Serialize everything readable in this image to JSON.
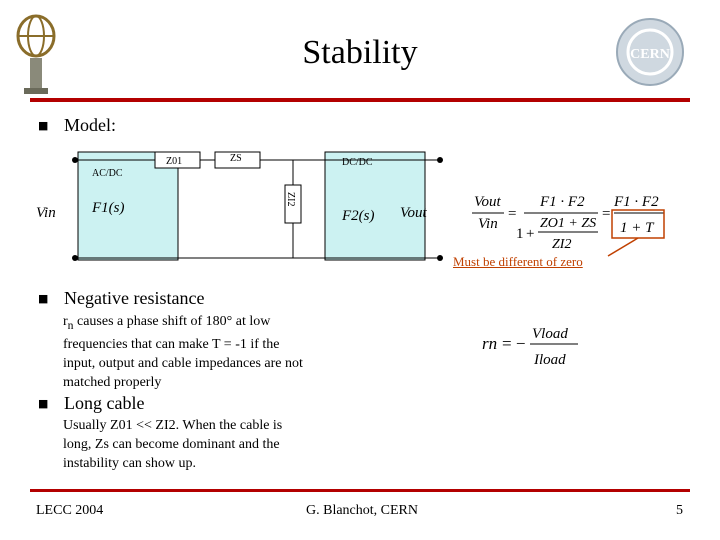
{
  "slide": {
    "title": "Stability",
    "bullets": {
      "model": "Model:",
      "negative_resistance": "Negative resistance",
      "long_cable": "Long cable"
    },
    "negative_text_lines": [
      "r",
      "n",
      " causes a phase shift of 180° at low",
      "frequencies that can make T = -1 if the",
      "input, output and cable impedances are not",
      "matched properly"
    ],
    "long_cable_lines": [
      "Usually Z01 << ZI2. When the cable is",
      "long, Zs can become dominant and the",
      "instability can show up."
    ],
    "annotation": "Must be different of zero",
    "footer": {
      "left": "LECC 2004",
      "center": "G. Blanchot, CERN",
      "page": "5"
    }
  },
  "diagram": {
    "ac_dc": "AC/DC",
    "dc_dc": "DC/DC",
    "z01": "Z01",
    "zs": "ZS",
    "zi2": "ZI2",
    "vin": "Vin",
    "vout": "Vout",
    "f1": "F1(s)",
    "f2": "F2(s)"
  },
  "formulas": {
    "vout": "Vout",
    "vin": "Vin",
    "f1f2": "F1 · F2",
    "one": "1",
    "plus": "+",
    "zo_zs": "ZO1 + ZS",
    "zi2": "ZI2",
    "rhs_num": "F1 · F2",
    "rhs_den": "1 + T",
    "rn": "rn",
    "equals_minus": "= −",
    "vload": "Vload",
    "iload": "Iload"
  },
  "colors": {
    "accent": "#b30000",
    "box_fill": "#ccf2f2",
    "annotation": "#c04000"
  }
}
